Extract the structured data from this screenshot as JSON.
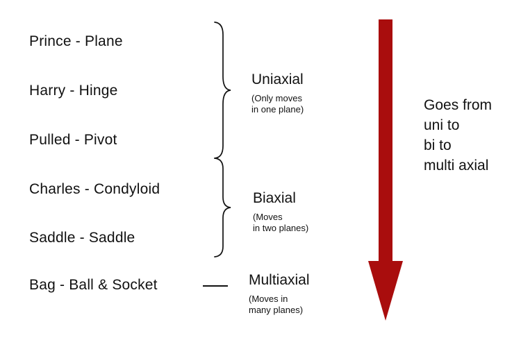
{
  "mnemonic_items": [
    {
      "label": "Prince - Plane"
    },
    {
      "label": "Harry - Hinge"
    },
    {
      "label": "Pulled - Pivot"
    },
    {
      "label": "Charles - Condyloid"
    },
    {
      "label": "Saddle - Saddle"
    },
    {
      "label": "Bag - Ball & Socket"
    }
  ],
  "groups": [
    {
      "title": "Uniaxial",
      "note_line1": "(Only moves",
      "note_line2": "in one plane)"
    },
    {
      "title": "Biaxial",
      "note_line1": "(Moves",
      "note_line2": "in two planes)"
    },
    {
      "title": "Multiaxial",
      "note_line1": "(Moves in",
      "note_line2": "many planes)"
    }
  ],
  "side_note": {
    "line1": "Goes from",
    "line2": "uni to",
    "line3": "bi to",
    "line4": "multi axial"
  },
  "colors": {
    "arrow": "#a90d0d",
    "ink": "#111111",
    "background": "#ffffff"
  }
}
